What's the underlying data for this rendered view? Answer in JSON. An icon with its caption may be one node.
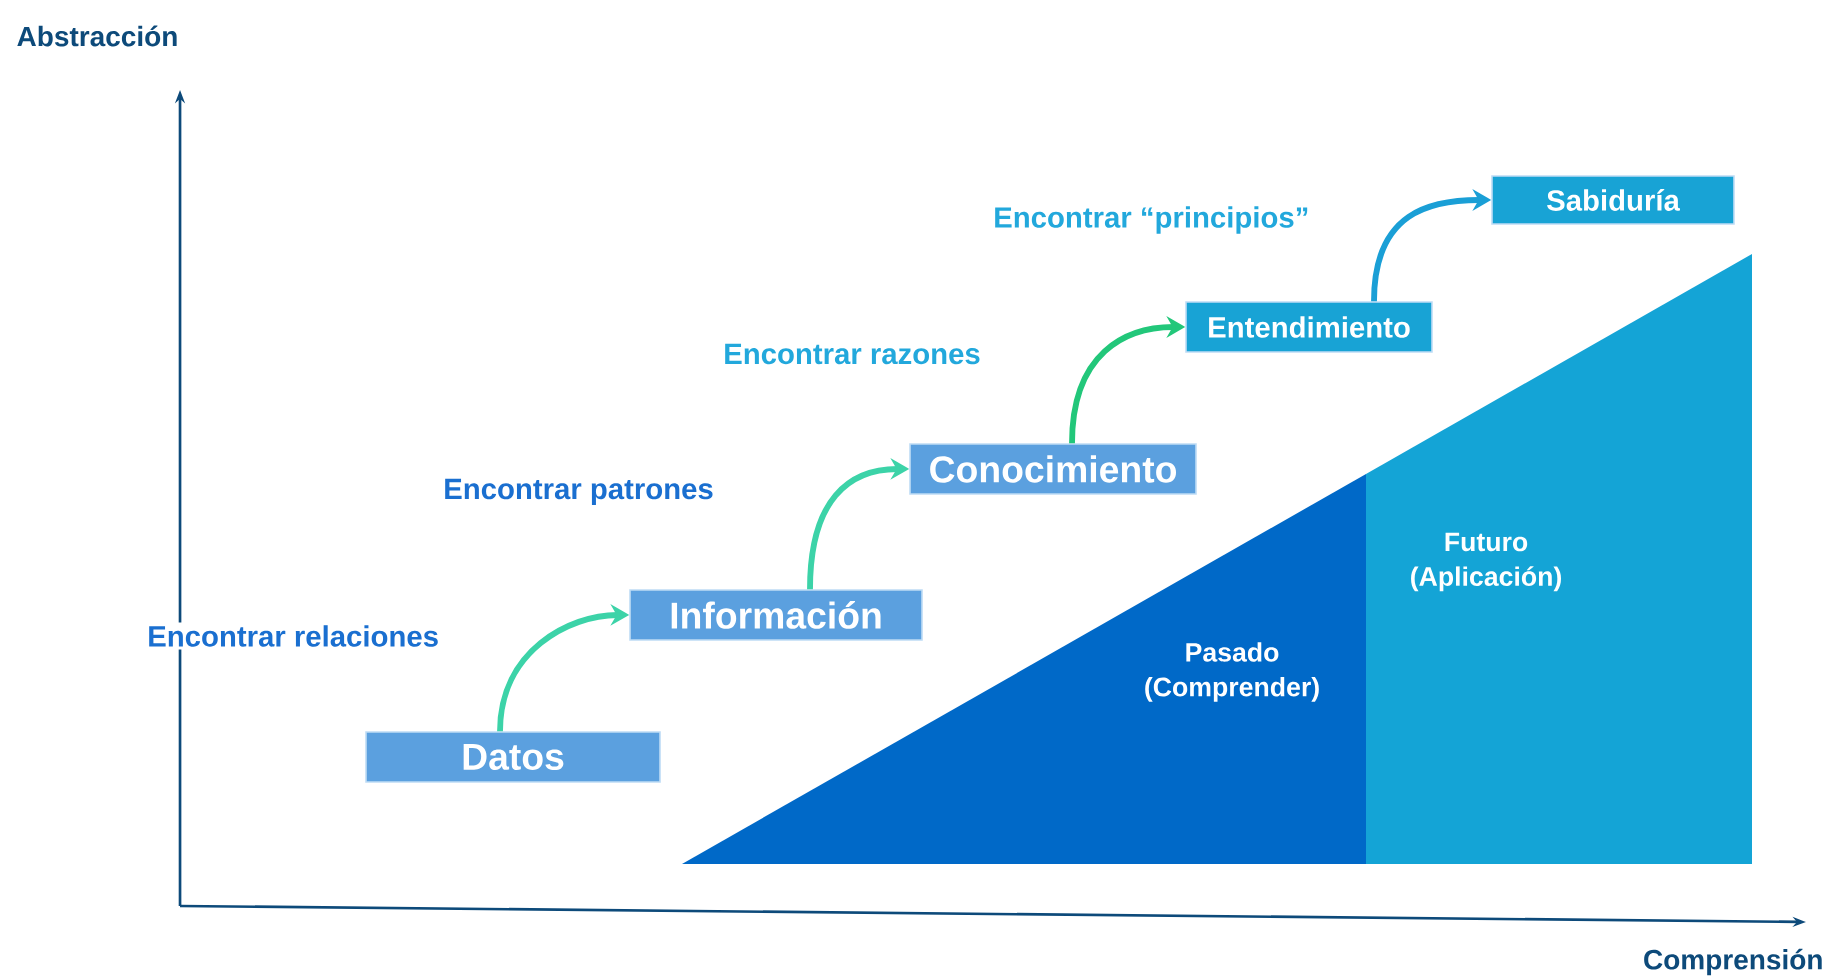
{
  "diagram": {
    "nodes": [
      {
        "text": [
          "Datos"
        ]
      },
      {
        "text": [
          "Información"
        ]
      },
      {
        "text": [
          "Conocimiento"
        ]
      },
      {
        "text": [
          "Entendimiento"
        ]
      },
      {
        "text": [
          "Sabiduría"
        ]
      },
      {
        "text": [
          "Pasado (Comprender)"
        ]
      },
      {
        "text": [
          "Futuro (Aplicación)"
        ]
      }
    ],
    "edges": [
      {
        "from": 0,
        "to": 1,
        "arrow": "to",
        "label": "Encontrar relaciones"
      },
      {
        "from": 1,
        "to": 2,
        "arrow": "to",
        "label": "Encontrar patrones"
      },
      {
        "from": 2,
        "to": 3,
        "arrow": "to",
        "label": "Encontrar razones",
        "color": "#22c77a"
      },
      {
        "from": 3,
        "to": 4,
        "arrow": "to",
        "label": "Encontrar “principios”",
        "color": "#1a9fd6"
      }
    ],
    "labels": [
      "Abstracción",
      "Comprensión"
    ]
  }
}
